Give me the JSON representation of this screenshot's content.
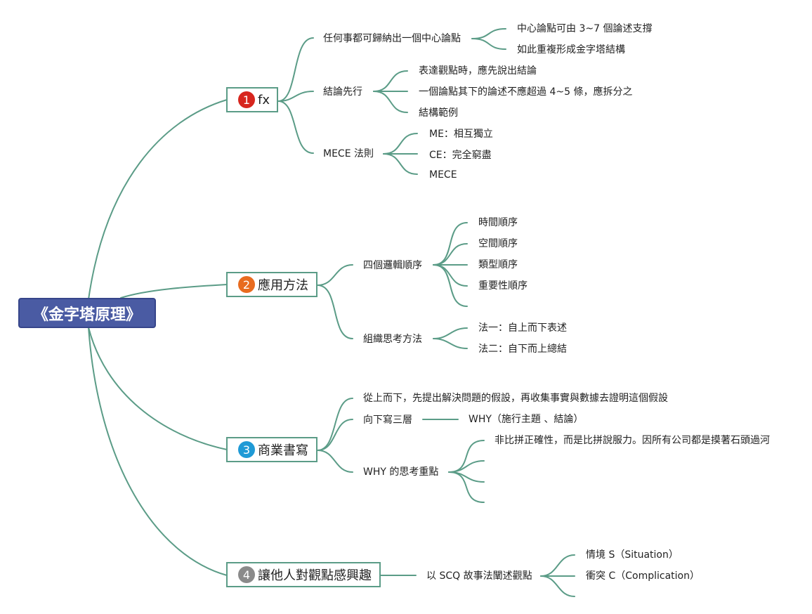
{
  "root": {
    "title": "《金字塔原理》"
  },
  "colors": {
    "line": "#5b9c87",
    "root_fill": "#4a5ba3",
    "badge_1": "#d7261e",
    "badge_2": "#e86b1f",
    "badge_3": "#1f9ad6",
    "badge_4": "#8a8a8a"
  },
  "branches": [
    {
      "number": "1",
      "title": "fx",
      "children": [
        {
          "label": "任何事都可歸納出一個中心論點",
          "children": [
            "中心論點可由 3~7 個論述支撐",
            "如此重複形成金字塔結構"
          ]
        },
        {
          "label": "結論先行",
          "children": [
            "表達觀點時，應先說出結論",
            "一個論點其下的論述不應超過 4~5 條，應拆分之",
            "結構範例"
          ]
        },
        {
          "label": "MECE 法則",
          "children": [
            "ME：相互獨立",
            "CE：完全窮盡",
            "MECE"
          ]
        }
      ]
    },
    {
      "number": "2",
      "title": "應用方法",
      "children": [
        {
          "label": "四個邏輯順序",
          "children": [
            "時間順序",
            "空間順序",
            "類型順序",
            "重要性順序"
          ]
        },
        {
          "label": "組織思考方法",
          "children": [
            "法一：自上而下表述",
            "法二：自下而上總結"
          ]
        }
      ]
    },
    {
      "number": "3",
      "title": "商業書寫",
      "children": [
        {
          "label": "從上而下，先提出解決問題的假設，再收集事實與數據去證明這個假設"
        },
        {
          "label": "向下寫三層",
          "children": [
            "WHY（施行主題 、結論）"
          ]
        },
        {
          "label": "WHY 的思考重點",
          "children": [
            "非比拼正確性，而是比拼說服力。因所有公司都是摸著石頭過河"
          ]
        }
      ]
    },
    {
      "number": "4",
      "title": "讓他人對觀點感興趣",
      "children": [
        {
          "label": "以 SCQ 故事法闡述觀點",
          "children": [
            "情境 S（Situation）",
            "衝突 C（Complication）"
          ]
        }
      ]
    }
  ]
}
